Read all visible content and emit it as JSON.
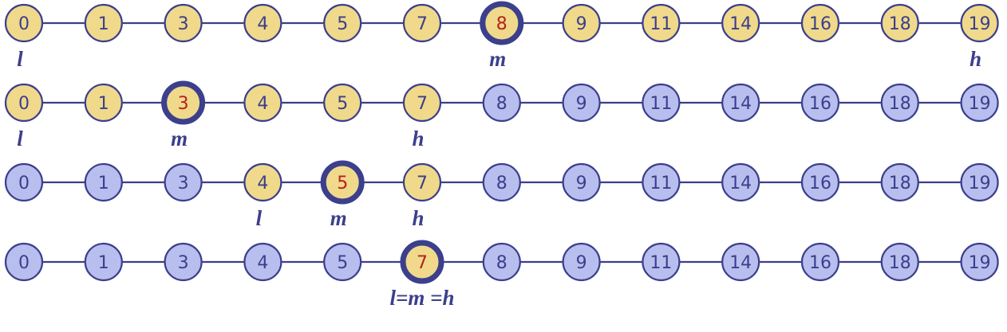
{
  "values": [
    0,
    1,
    3,
    4,
    5,
    7,
    8,
    9,
    11,
    14,
    16,
    18,
    19
  ],
  "colors": {
    "active_fill": "#f0d98a",
    "inactive_fill": "#b8bfee",
    "stroke": "#3b3f8c",
    "text": "#3b3f8c",
    "mid_text": "#b22222"
  },
  "rows": [
    {
      "active_range": [
        0,
        12
      ],
      "mid": 6,
      "pointers": [
        {
          "index": 0,
          "label": "l"
        },
        {
          "index": 6,
          "label": "m"
        },
        {
          "index": 12,
          "label": "h"
        }
      ]
    },
    {
      "active_range": [
        0,
        5
      ],
      "mid": 2,
      "pointers": [
        {
          "index": 0,
          "label": "l"
        },
        {
          "index": 2,
          "label": "m"
        },
        {
          "index": 5,
          "label": "h"
        }
      ]
    },
    {
      "active_range": [
        3,
        5
      ],
      "mid": 4,
      "pointers": [
        {
          "index": 3,
          "label": "l"
        },
        {
          "index": 4,
          "label": "m"
        },
        {
          "index": 5,
          "label": "h"
        }
      ]
    },
    {
      "active_range": [
        5,
        5
      ],
      "mid": 5,
      "pointers": [
        {
          "index": 5,
          "label": "l=m =h"
        }
      ]
    }
  ]
}
